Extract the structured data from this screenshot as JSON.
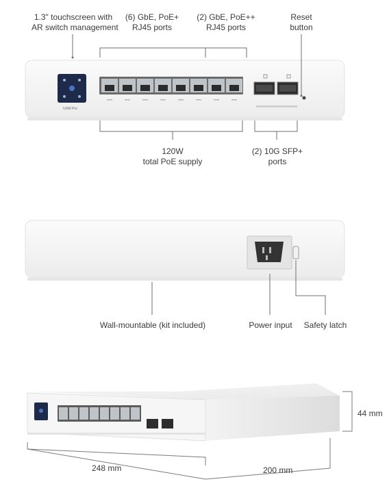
{
  "front_view": {
    "callouts": {
      "touchscreen": [
        "1.3\" touchscreen with",
        "AR switch management"
      ],
      "gbe_poe": [
        "(6) GbE, PoE+",
        "RJ45 ports"
      ],
      "gbe_poe_plus": [
        "(2) GbE, PoE++",
        "RJ45 ports"
      ],
      "reset": [
        "Reset",
        "button"
      ],
      "poe_supply": [
        "120W",
        "total PoE supply"
      ],
      "sfp": [
        "(2) 10G SFP+",
        "ports"
      ]
    },
    "device_label": "USW Pro"
  },
  "back_view": {
    "callouts": {
      "wall_mount": "Wall-mountable (kit included)",
      "power_input": "Power input",
      "safety_latch": "Safety latch"
    }
  },
  "dimensions": {
    "height": "44 mm",
    "width": "248 mm",
    "depth": "200 mm"
  }
}
